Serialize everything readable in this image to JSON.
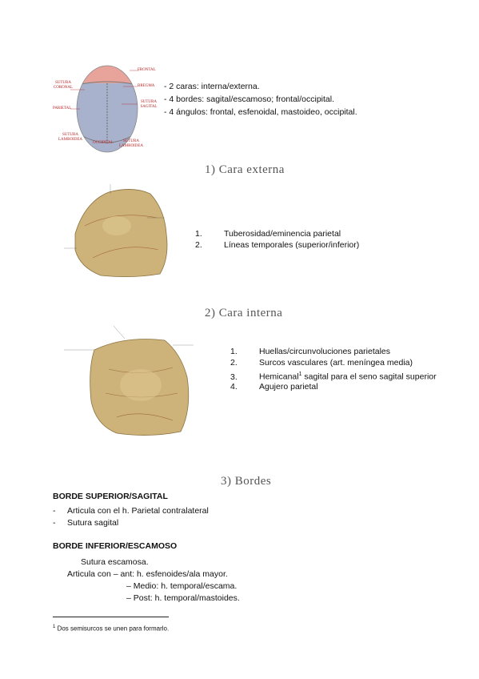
{
  "fig1": {
    "labels": {
      "frontal": "FRONTAL",
      "bregma": "BREGMA",
      "sutura_coronal": "SUTURA CORONAL",
      "parietal": "PARIETAL",
      "sutura_sagital": "SUTURA SAGITAL",
      "sutura_lamboidea_left": "SUTURA LAMBOIDEA",
      "occipital": "OCCIPITAL",
      "sutura_lamboidea_right": "SUTURA LAMBOIDEA"
    },
    "colors": {
      "frontal": "#e8a49a",
      "parietal": "#a9b2cc",
      "label": "#b22222"
    }
  },
  "intro_lines": [
    "- 2 caras: interna/externa.",
    "- 4 bordes: sagital/escamoso; frontal/occipital.",
    "- 4 ángulos: frontal, esfenoidal, mastoideo, occipital."
  ],
  "section1": {
    "title": "1) Cara externa",
    "items": [
      {
        "num": "1.",
        "text": "Tuberosidad/eminencia parietal"
      },
      {
        "num": "2.",
        "text": "Líneas temporales (superior/inferior)"
      }
    ]
  },
  "section2": {
    "title": "2) Cara interna",
    "items": [
      {
        "num": "1.",
        "text": "Huellas/circunvoluciones parietales"
      },
      {
        "num": "2.",
        "text": "Surcos vasculares (art. meníngea media)"
      },
      {
        "num": "3.",
        "text": "Hemicanal",
        "sup": "1",
        "rest": " sagital para el seno sagital superior"
      },
      {
        "num": "4.",
        "text": "Agujero parietal"
      }
    ]
  },
  "section3": {
    "title": "3) Bordes",
    "sagital": {
      "heading": "BORDE SUPERIOR/SAGITAL",
      "items": [
        "Articula con el h. Parietal contralateral",
        "Sutura sagital"
      ]
    },
    "escamoso": {
      "heading": "BORDE INFERIOR/ESCAMOSO",
      "line1": "Sutura escamosa.",
      "line2": "Articula con – ant: h. esfenoides/ala mayor.",
      "line3": "–     Medio: h. temporal/escama.",
      "line4": "–     Post: h. temporal/mastoides."
    }
  },
  "footnote": {
    "mark": "1",
    "text": " Dos semisurcos se unen para formarlo."
  },
  "bone_color": "#cdb37a"
}
